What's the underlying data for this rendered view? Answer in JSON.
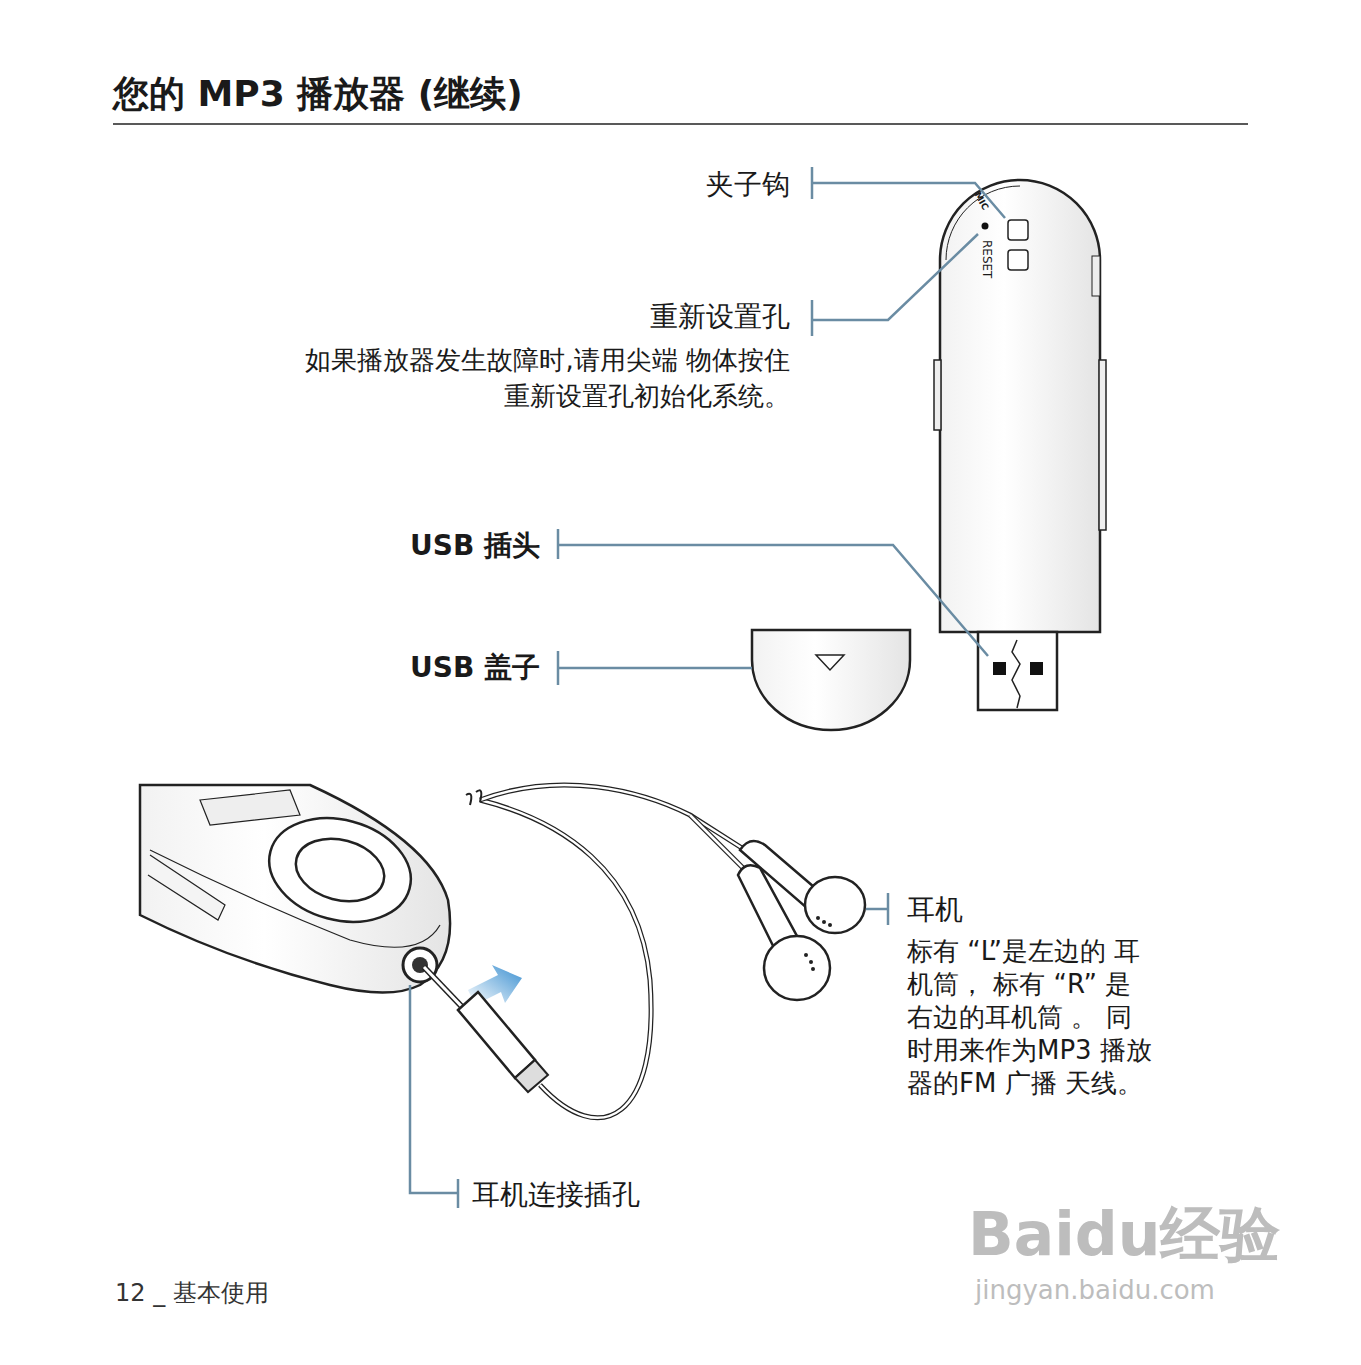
{
  "diagram": {
    "title": "您的 MP3 播放器 (继续)",
    "labels": [
      "夹子钩",
      "重新设置孔",
      "如果播放器发生故障时,请用尖端 物体按住重新设置孔初始化系统。",
      "USB 插头",
      "USB 盖子",
      "耳机",
      "标有 “L”是左边的 耳机筒， 标有 “R” 是右边的耳机筒 。 同时用来作为MP3 播放器的FM 广播 天线。",
      "耳机连接插孔",
      "MIC",
      "RESET",
      "12 _ 基本使用",
      "Baidu经验",
      "jingyan.baidu.com"
    ]
  }
}
